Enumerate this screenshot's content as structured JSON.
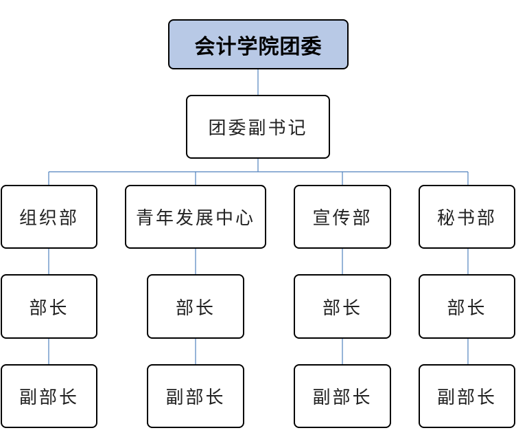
{
  "root": {
    "label": "会计学院团委",
    "fill": "#b8c9e6"
  },
  "deputy": {
    "label": "团委副书记"
  },
  "departments": [
    {
      "name": "组织部",
      "head": "部长",
      "deputy_head": "副部长"
    },
    {
      "name": "青年发展中心",
      "head": "部长",
      "deputy_head": "副部长"
    },
    {
      "name": "宣传部",
      "head": "部长",
      "deputy_head": "副部长"
    },
    {
      "name": "秘书部",
      "head": "部长",
      "deputy_head": "副部长"
    }
  ],
  "connector_color": "#4f81bd"
}
